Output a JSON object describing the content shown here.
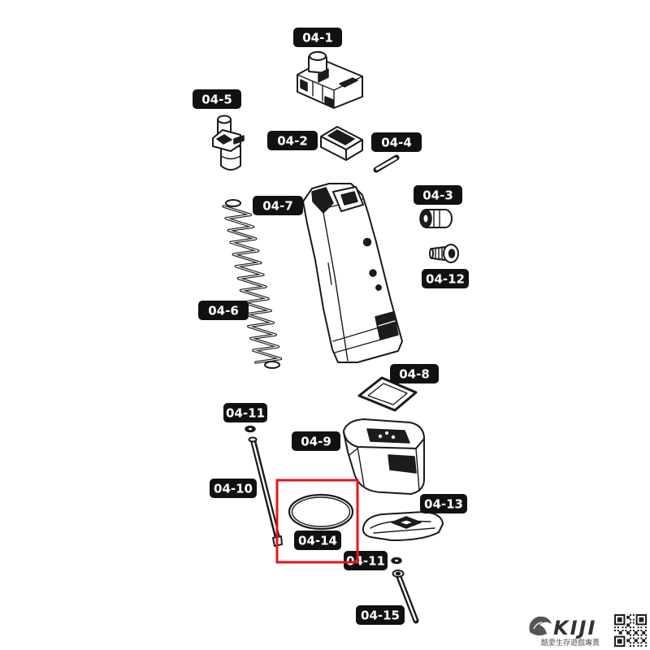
{
  "parts": [
    {
      "label": "04-1"
    },
    {
      "label": "04-2"
    },
    {
      "label": "04-3"
    },
    {
      "label": "04-4"
    },
    {
      "label": "04-5"
    },
    {
      "label": "04-6"
    },
    {
      "label": "04-7"
    },
    {
      "label": "04-8"
    },
    {
      "label": "04-9"
    },
    {
      "label": "04-10"
    },
    {
      "label": "04-11"
    },
    {
      "label": "04-11"
    },
    {
      "label": "04-12"
    },
    {
      "label": "04-13"
    },
    {
      "label": "04-14",
      "highlighted": true
    },
    {
      "label": "04-15"
    }
  ],
  "logo": {
    "brand": "KIJI",
    "tagline": "酷愛生存遊戲專賣"
  },
  "colors": {
    "background": "#ffffff",
    "line": "#1a1a1a",
    "label_fill": "#111111",
    "label_text": "#ffffff",
    "highlight": "#e8141b"
  }
}
